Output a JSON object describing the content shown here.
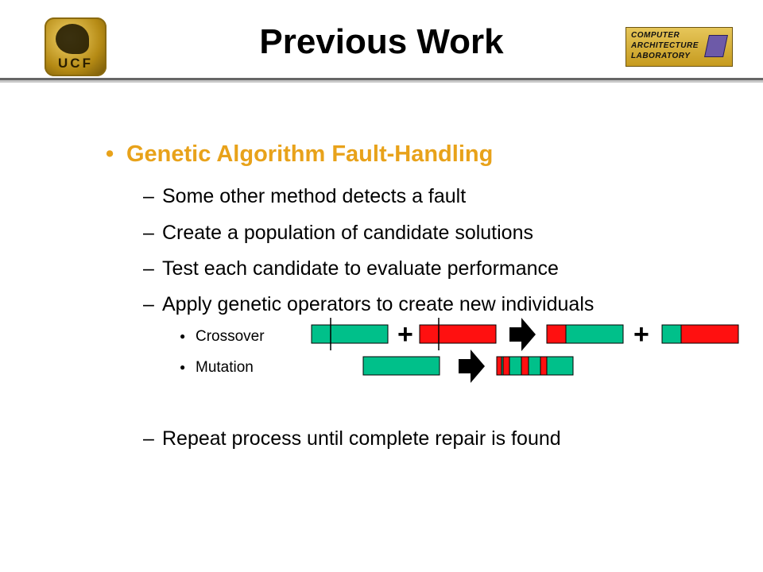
{
  "header": {
    "title": "Previous Work",
    "logo_left_text": "UCF",
    "logo_right_lines": [
      "COMPUTER",
      "ARCHITECTURE",
      "LABORATORY"
    ]
  },
  "content": {
    "heading_bullet": "•",
    "heading": "Genetic Algorithm Fault-Handling",
    "dash": "–",
    "item_bullet": "●",
    "steps": [
      "Some other method detects a fault",
      "Create a population of candidate solutions",
      "Test each candidate to evaluate performance",
      "Apply genetic operators to create new individuals"
    ],
    "operators": [
      "Crossover",
      "Mutation"
    ],
    "final_step": "Repeat process until complete repair is found"
  },
  "diagram": {
    "plus": "+",
    "colors": {
      "green": "#00c08a",
      "red": "#ff1010",
      "outline": "#000000"
    }
  }
}
